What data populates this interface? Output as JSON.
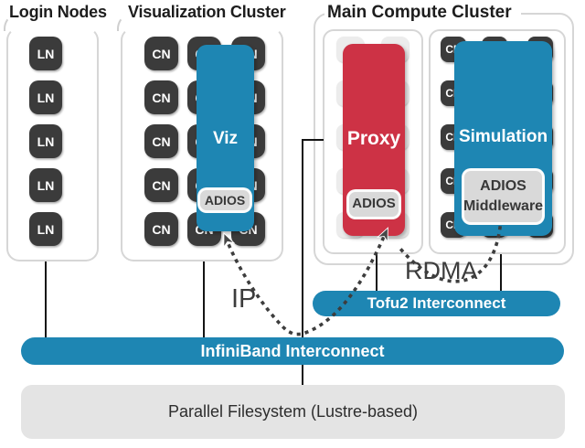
{
  "colors": {
    "blue": "#1e86b3",
    "red": "#cd3245",
    "dark_node": "#3b3b3b",
    "light_node": "#ececec",
    "panel_border": "#d6d6d6",
    "bar_gray": "#e4e4e4",
    "adios_fill": "#d9d9d9",
    "arrow": "#474747"
  },
  "groups": {
    "login": {
      "title": "Login Nodes",
      "node_label": "LN",
      "rows": 5,
      "cols": 1
    },
    "viz": {
      "title": "Visualization Cluster",
      "node_label": "CN",
      "rows": 5,
      "cols": 3,
      "overlay_label": "Viz",
      "adios_label": "ADIOS"
    },
    "main": {
      "title": "Main Compute Cluster",
      "proxy": {
        "node_label": "",
        "rows": 5,
        "cols": 2,
        "overlay_label": "Proxy",
        "adios_label": "ADIOS"
      },
      "simulation": {
        "node_label": "CN",
        "rows": 5,
        "cols": 3,
        "overlay_label": "Simulation",
        "adios_label": "ADIOS Middleware"
      }
    }
  },
  "bars": {
    "tofu2": "Tofu2 Interconnect",
    "infiniband": "InfiniBand Interconnect",
    "filesystem": "Parallel Filesystem (Lustre-based)"
  },
  "annotations": {
    "ip": "IP",
    "rdma": "RDMA"
  }
}
